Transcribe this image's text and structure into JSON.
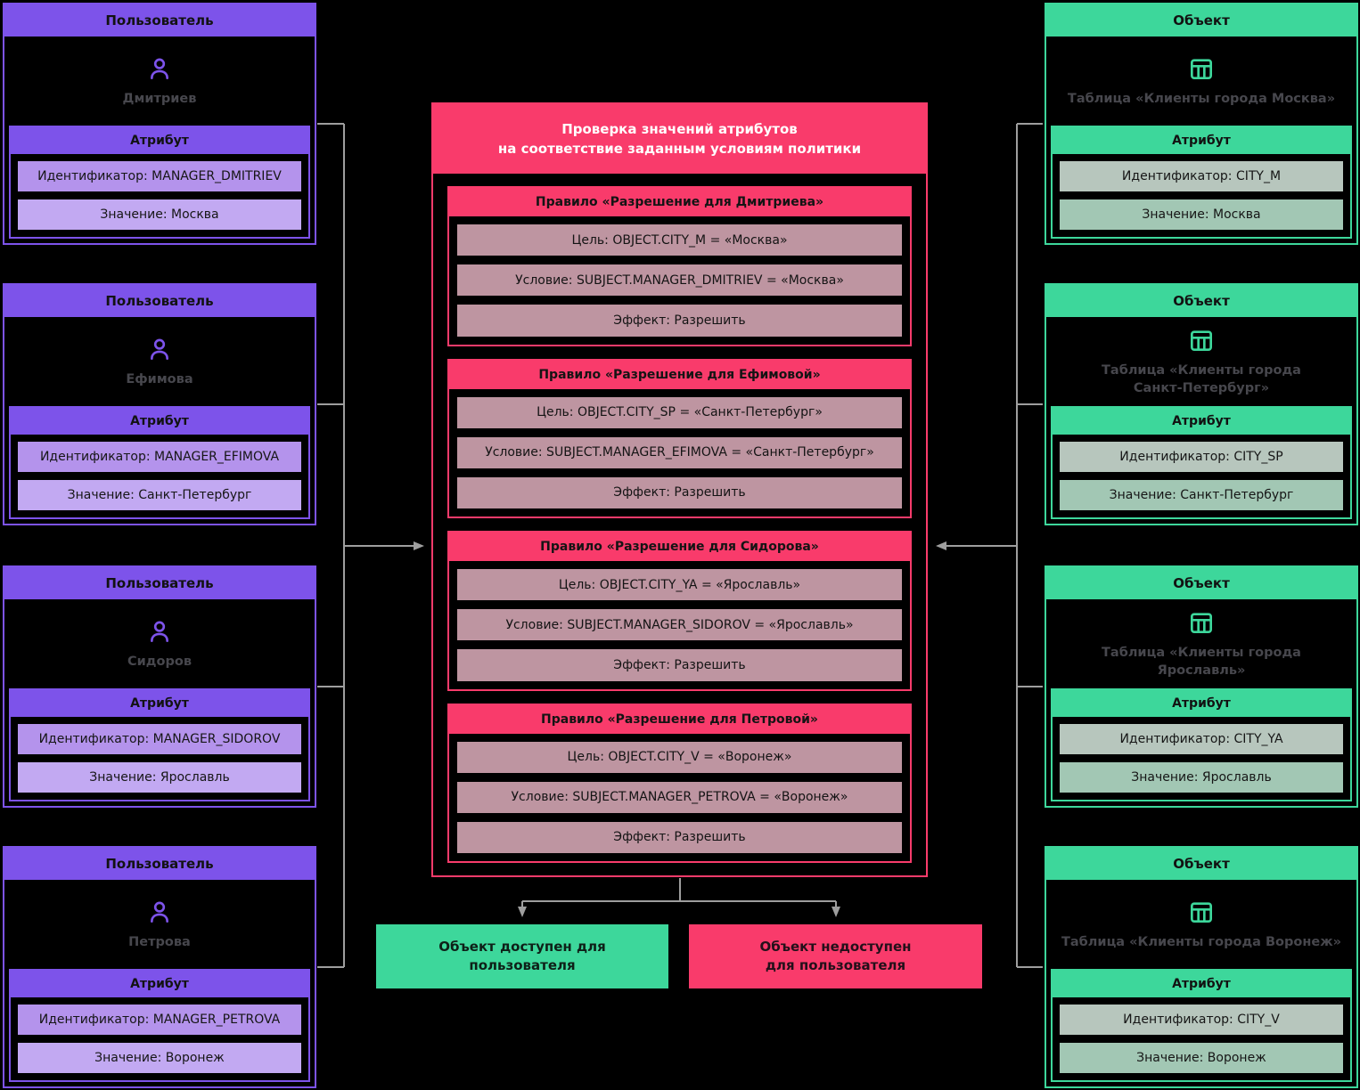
{
  "labels": {
    "user_card": "Пользователь",
    "object_card": "Объект",
    "attribute": "Атрибут"
  },
  "users": [
    {
      "name": "Дмитриев",
      "identifier": "Идентификатор: MANAGER_DMITRIEV",
      "value": "Значение: Москва"
    },
    {
      "name": "Ефимова",
      "identifier": "Идентификатор: MANAGER_EFIMOVA",
      "value": "Значение: Санкт-Петербург"
    },
    {
      "name": "Сидоров",
      "identifier": "Идентификатор: MANAGER_SIDOROV",
      "value": "Значение: Ярославль"
    },
    {
      "name": "Петрова",
      "identifier": "Идентификатор: MANAGER_PETROVA",
      "value": "Значение: Воронеж"
    }
  ],
  "objects": [
    {
      "name": "Таблица «Клиенты города Москва»",
      "identifier": "Идентификатор: CITY_M",
      "value": "Значение: Москва"
    },
    {
      "name": "Таблица «Клиенты города\nСанкт-Петербург»",
      "identifier": "Идентификатор: CITY_SP",
      "value": "Значение: Санкт-Петербург"
    },
    {
      "name": "Таблица «Клиенты города Ярославль»",
      "identifier": "Идентификатор: CITY_YA",
      "value": "Значение: Ярославль"
    },
    {
      "name": "Таблица «Клиенты города Воронеж»",
      "identifier": "Идентификатор: CITY_V",
      "value": "Значение: Воронеж"
    }
  ],
  "policy": {
    "title": "Проверка значений атрибутов\nна соответствие заданным условиям политики",
    "rules": [
      {
        "title": "Правило «Разрешение для Дмитриева»",
        "target": "Цель: OBJECT.CITY_M = «Москва»",
        "condition": "Условие: SUBJECT.MANAGER_DMITRIEV = «Москва»",
        "effect": "Эффект: Разрешить"
      },
      {
        "title": "Правило «Разрешение для Ефимовой»",
        "target": "Цель: OBJECT.CITY_SP = «Санкт-Петербург»",
        "condition": "Условие: SUBJECT.MANAGER_EFIMOVA = «Санкт-Петербург»",
        "effect": "Эффект: Разрешить"
      },
      {
        "title": "Правило «Разрешение для Сидорова»",
        "target": "Цель: OBJECT.CITY_YA = «Ярославль»",
        "condition": "Условие: SUBJECT.MANAGER_SIDOROV = «Ярославль»",
        "effect": "Эффект: Разрешить"
      },
      {
        "title": "Правило «Разрешение для Петровой»",
        "target": "Цель: OBJECT.CITY_V = «Воронеж»",
        "condition": "Условие: SUBJECT.MANAGER_PETROVA = «Воронеж»",
        "effect": "Эффект: Разрешить"
      }
    ]
  },
  "results": {
    "allow": "Объект доступен для\nпользователя",
    "deny": "Объект недоступен\nдля пользователя"
  },
  "icons": {
    "user": "person-icon",
    "object": "table-icon"
  },
  "colors": {
    "purple": "#7D53EA",
    "green": "#3DD79B",
    "pink": "#F93B6B",
    "line": "#9E9E9E"
  }
}
